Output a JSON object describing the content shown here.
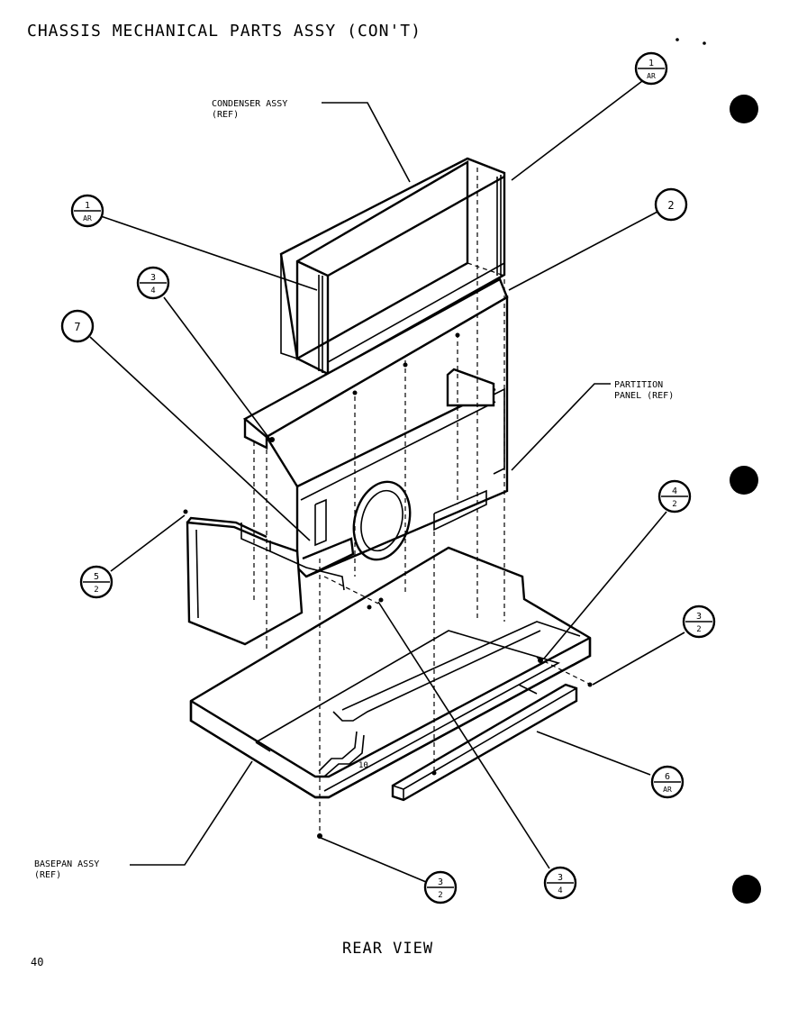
{
  "title": "CHASSIS MECHANICAL PARTS ASSY (CON'T)",
  "view_label": "REAR VIEW",
  "page_number": "40",
  "labels": {
    "condenser": [
      "CONDENSER ASSY",
      "(REF)"
    ],
    "partition": [
      "PARTITION",
      "PANEL (REF)"
    ],
    "basepan": [
      "BASEPAN ASSY",
      "(REF)"
    ]
  },
  "callouts": [
    {
      "id": "c1",
      "top": "1",
      "bottom": "AR"
    },
    {
      "id": "c2",
      "top": "1",
      "bottom": "AR"
    },
    {
      "id": "c3",
      "single": "2"
    },
    {
      "id": "c4",
      "top": "3",
      "bottom": "4"
    },
    {
      "id": "c5",
      "single": "7"
    },
    {
      "id": "c6",
      "top": "4",
      "bottom": "2"
    },
    {
      "id": "c7",
      "top": "5",
      "bottom": "2"
    },
    {
      "id": "c8",
      "top": "3",
      "bottom": "2"
    },
    {
      "id": "c9",
      "top": "6",
      "bottom": "AR"
    },
    {
      "id": "c10",
      "top": "3",
      "bottom": "2"
    },
    {
      "id": "c11",
      "top": "3",
      "bottom": "4"
    }
  ],
  "part_marks": [
    "10"
  ]
}
